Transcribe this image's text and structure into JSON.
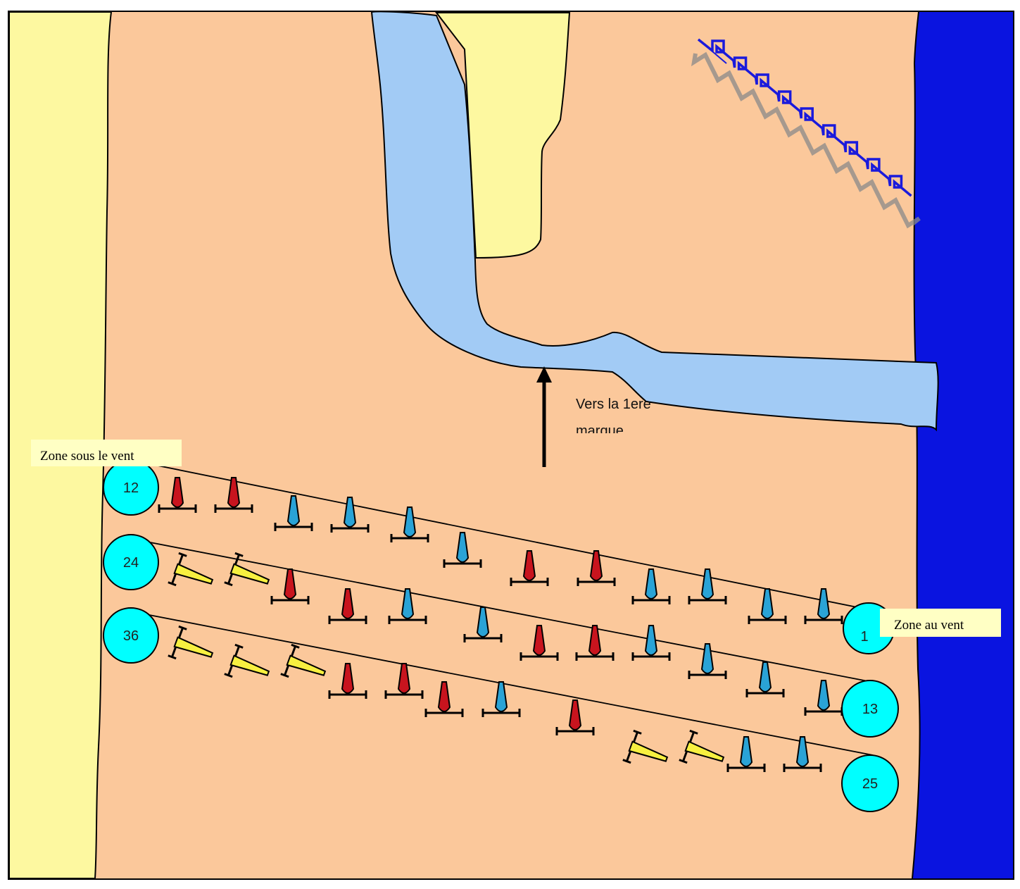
{
  "arrow_label": {
    "line1": "Vers la  1ere",
    "line2": "marque"
  },
  "zones": {
    "leeward": "Zone sous le vent",
    "windward": "Zone au vent"
  },
  "marks": {
    "m12": "12",
    "m24": "24",
    "m36": "36",
    "m1": "1",
    "m13": "13",
    "m25": "25"
  },
  "colors": {
    "land": "#fdf8a0",
    "ground": "#fbc89b",
    "river": "#a2cbf5",
    "sea": "#0a14e0",
    "mark": "#00ffff",
    "fence": "#1a1adc",
    "red_marker": "#c8141e",
    "blue_marker": "#2aa3d6",
    "yellow_marker": "#f7f040"
  },
  "rows": [
    {
      "name": "row-12-to-1",
      "start": "12",
      "end": "1",
      "markers": [
        "red",
        "red",
        "blue",
        "blue",
        "blue",
        "blue",
        "red",
        "red",
        "blue",
        "blue",
        "blue",
        "blue"
      ]
    },
    {
      "name": "row-24-to-13",
      "start": "24",
      "end": "13",
      "markers": [
        "yellow",
        "yellow",
        "red",
        "red",
        "blue",
        "blue",
        "red",
        "red",
        "blue",
        "blue",
        "blue",
        "blue"
      ]
    },
    {
      "name": "row-36-to-25",
      "start": "36",
      "end": "25",
      "markers": [
        "yellow",
        "yellow",
        "yellow",
        "red",
        "red",
        "red",
        "blue",
        "red",
        "yellow",
        "yellow",
        "blue",
        "blue"
      ]
    }
  ]
}
